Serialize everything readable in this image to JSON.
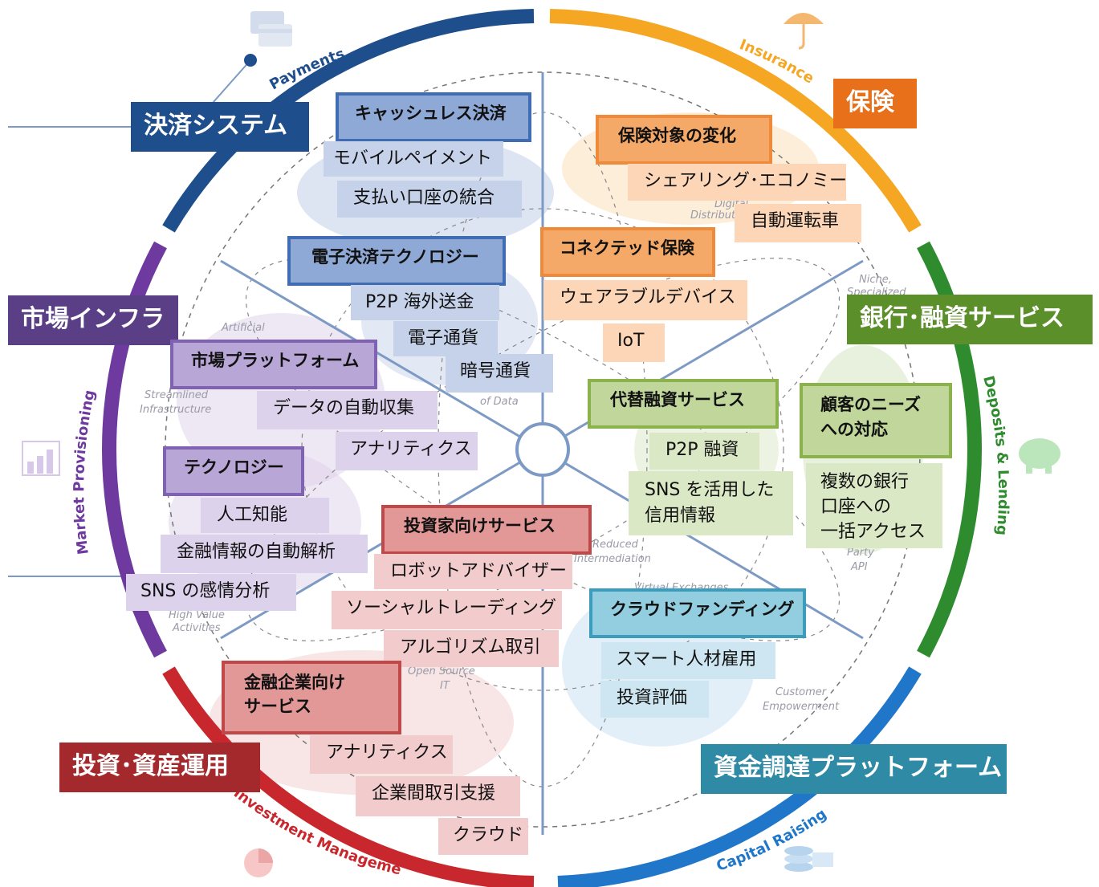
{
  "colors": {
    "payments": "#1f4e8c",
    "insurance": "#f5a623",
    "banking": "#2e8b2e",
    "capital": "#2077c9",
    "investment": "#c8282d",
    "market": "#6f3aa0"
  },
  "ring_labels": {
    "payments": "Payments",
    "insurance": "Insurance",
    "deposits": "Deposits & Lending",
    "capital": "Capital Raising",
    "investment": "Investment Management",
    "market": "Market Provisioning"
  },
  "background_text": [
    "Artificial",
    "Streamlined",
    "Infrastructure",
    "of Data",
    "Niche,",
    "Specialized",
    "Digital",
    "Distribution",
    "Party",
    "API",
    "Reduced",
    "Intermediation",
    "Virtual Exchanges",
    "High Value",
    "Activities",
    "Open Source",
    "IT",
    "Customer",
    "Empowerment"
  ],
  "categories": {
    "payments": "決済システム",
    "insurance": "保険",
    "banking": "銀行･融資サービス",
    "market": "市場インフラ",
    "investment": "投資･資産運用",
    "capital": "資金調達プラットフォーム"
  },
  "groups": {
    "cashless": {
      "title": "キャッシュレス決済",
      "items": [
        "モバイルペイメント",
        "支払い口座の統合"
      ]
    },
    "epay": {
      "title": "電子決済テクノロジー",
      "items": [
        "P2P 海外送金",
        "電子通貨",
        "暗号通貨"
      ]
    },
    "ins_change": {
      "title": "保険対象の変化",
      "items": [
        "シェアリング･エコノミー",
        "自動運転車"
      ]
    },
    "connected": {
      "title": "コネクテッド保険",
      "items": [
        "ウェアラブルデバイス",
        "IoT"
      ]
    },
    "market_platform": {
      "title": "市場プラットフォーム",
      "items": [
        "データの自動収集",
        "アナリティクス"
      ]
    },
    "technology": {
      "title": "テクノロジー",
      "items": [
        "人工知能",
        "金融情報の自動解析",
        "SNS の感情分析"
      ]
    },
    "alt_finance": {
      "title": "代替融資サービス",
      "items": [
        "P2P 融資",
        "SNS を活用した\n信用情報"
      ]
    },
    "customer_needs": {
      "title": "顧客のニーズ\nへの対応",
      "items": [
        "複数の銀行\n口座への\n一括アクセス"
      ]
    },
    "investor": {
      "title": "投資家向けサービス",
      "items": [
        "ロボットアドバイザー",
        "ソーシャルトレーディング",
        "アルゴリズム取引"
      ]
    },
    "crowdfunding": {
      "title": "クラウドファンディング",
      "items": [
        "スマート人材雇用",
        "投資評価"
      ]
    },
    "corporate": {
      "title": "金融企業向け\nサービス",
      "items": [
        "アナリティクス",
        "企業間取引支援",
        "クラウド"
      ]
    }
  }
}
